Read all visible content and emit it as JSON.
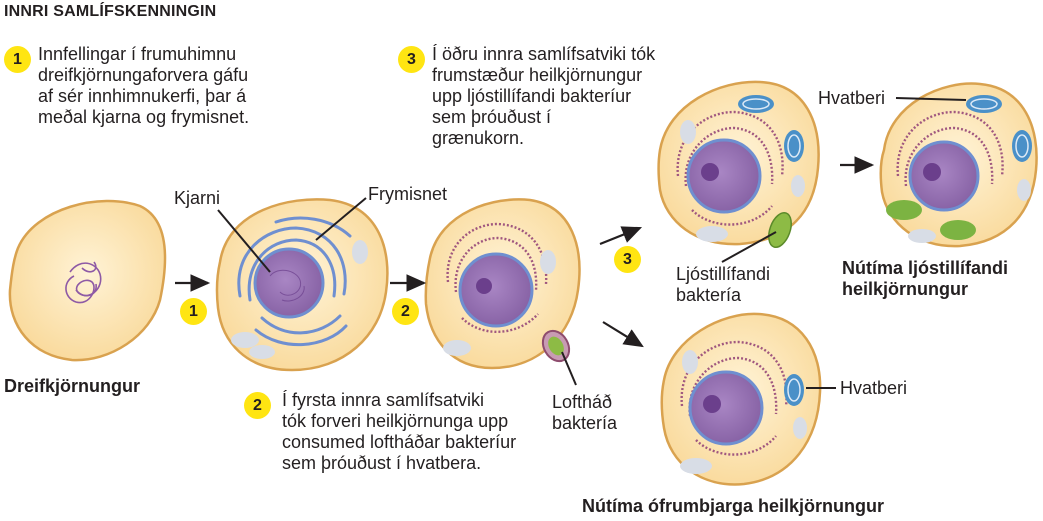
{
  "title": "INNRI SAMLÍFSKENNINGIN",
  "steps": {
    "one": {
      "badge": "1",
      "text": "Innfellingar í frumuhimnu\ndreifkjörnungaforvera gáfu\naf sér innhimnukerfi, þar á\nmeðal kjarna og frymisnet."
    },
    "two": {
      "badge": "2",
      "text": "Í fyrsta innra samlífsatviki\ntók forveri heilkjörnunga upp\nconsumed loftháðar bakteríur\nsem þróuðust í hvatbera."
    },
    "three": {
      "badge": "3",
      "text": "Í öðru innra samlífsatviki tók\nfrumstæður heilkjörnungur\nupp ljóstillífandi bakteríur\nsem þróuðust í\ngrænukorn."
    }
  },
  "arrow_badges": [
    "1",
    "2",
    "3"
  ],
  "labels": {
    "prokaryote": "Dreifkjörnungur",
    "nucleus": "Kjarni",
    "er": "Frymisnet",
    "aerobic_line1": "Loftháð",
    "aerobic_line2": "baktería",
    "photo_line1": "Ljóstillífandi",
    "photo_line2": "baktería",
    "mito_top": "Hvatberi",
    "mito_bottom": "Hvatberi",
    "plant_line1": "Nútíma ljóstillífandi",
    "plant_line2": "heilkjörnungur",
    "animal": "Nútíma ófrumbjarga heilkjörnungur"
  },
  "colors": {
    "cytoplasm": "#fce2a9",
    "membrane": "#d9a24f",
    "nucleus": "#9b6fb6",
    "nucleolus": "#6b3f8c",
    "er": "#6f8fd0",
    "mitochondria": "#4a90c8",
    "chloroplast": "#7cb342",
    "vesicle": "#d8dde6",
    "badge": "#ffe512"
  }
}
